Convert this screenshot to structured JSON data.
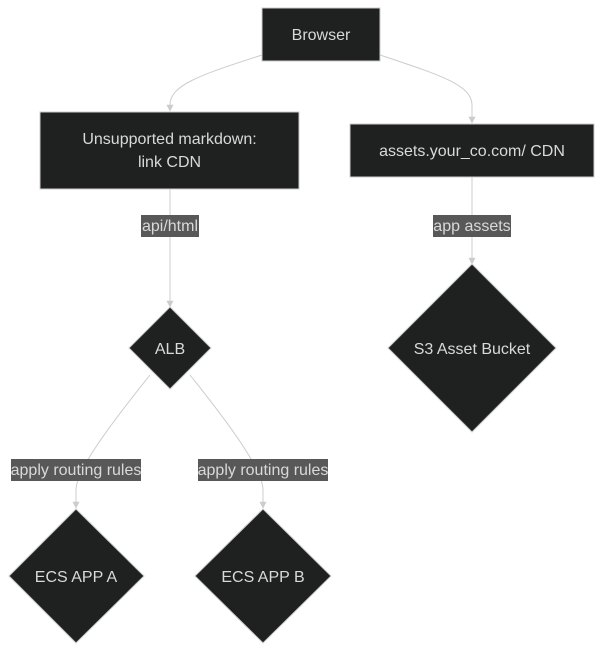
{
  "colors": {
    "node_fill": "#1f2020",
    "node_stroke": "#cccccc",
    "node_text": "#d9d9d9",
    "edge": "#cccccc",
    "edge_label_bg": "#585858",
    "edge_label_text": "#d9d9d9",
    "background": "#ffffff"
  },
  "nodes": {
    "browser": {
      "label": "Browser",
      "shape": "rectangle"
    },
    "link_cdn": {
      "line1": "Unsupported markdown:",
      "line2": "link CDN",
      "shape": "rectangle"
    },
    "assets_cdn": {
      "label": "assets.your_co.com/ CDN",
      "shape": "rectangle"
    },
    "alb": {
      "label": "ALB",
      "shape": "diamond"
    },
    "s3": {
      "label": "S3 Asset Bucket",
      "shape": "diamond"
    },
    "ecs_a": {
      "label": "ECS APP A",
      "shape": "diamond"
    },
    "ecs_b": {
      "label": "ECS APP B",
      "shape": "diamond"
    }
  },
  "edges": [
    {
      "from": "browser",
      "to": "link_cdn",
      "label": ""
    },
    {
      "from": "browser",
      "to": "assets_cdn",
      "label": ""
    },
    {
      "from": "link_cdn",
      "to": "alb",
      "label": "api/html"
    },
    {
      "from": "assets_cdn",
      "to": "s3",
      "label": "app assets"
    },
    {
      "from": "alb",
      "to": "ecs_a",
      "label": "apply routing rules"
    },
    {
      "from": "alb",
      "to": "ecs_b",
      "label": "apply routing rules"
    }
  ]
}
